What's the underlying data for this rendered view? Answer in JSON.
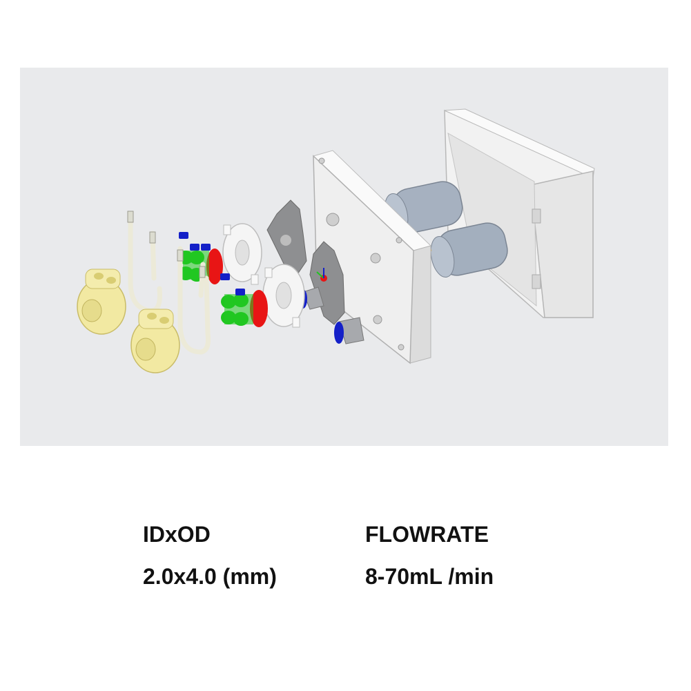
{
  "colors": {
    "panel_bg": "#e9eaec",
    "tube_body": "#f0eed8",
    "pump_head": "#f1e9a4",
    "roller_green": "#1fc51f",
    "roller_red": "#e81515",
    "clip_blue": "#1420c8",
    "motor": "#a3afbe",
    "housing": "#f0f0f0",
    "gear_plate": "#8f9092"
  },
  "specs": [
    {
      "label": "IDxOD",
      "value": "2.0x4.0 (mm)"
    },
    {
      "label": "FLOWRATE",
      "value": "8-70mL /min"
    }
  ]
}
